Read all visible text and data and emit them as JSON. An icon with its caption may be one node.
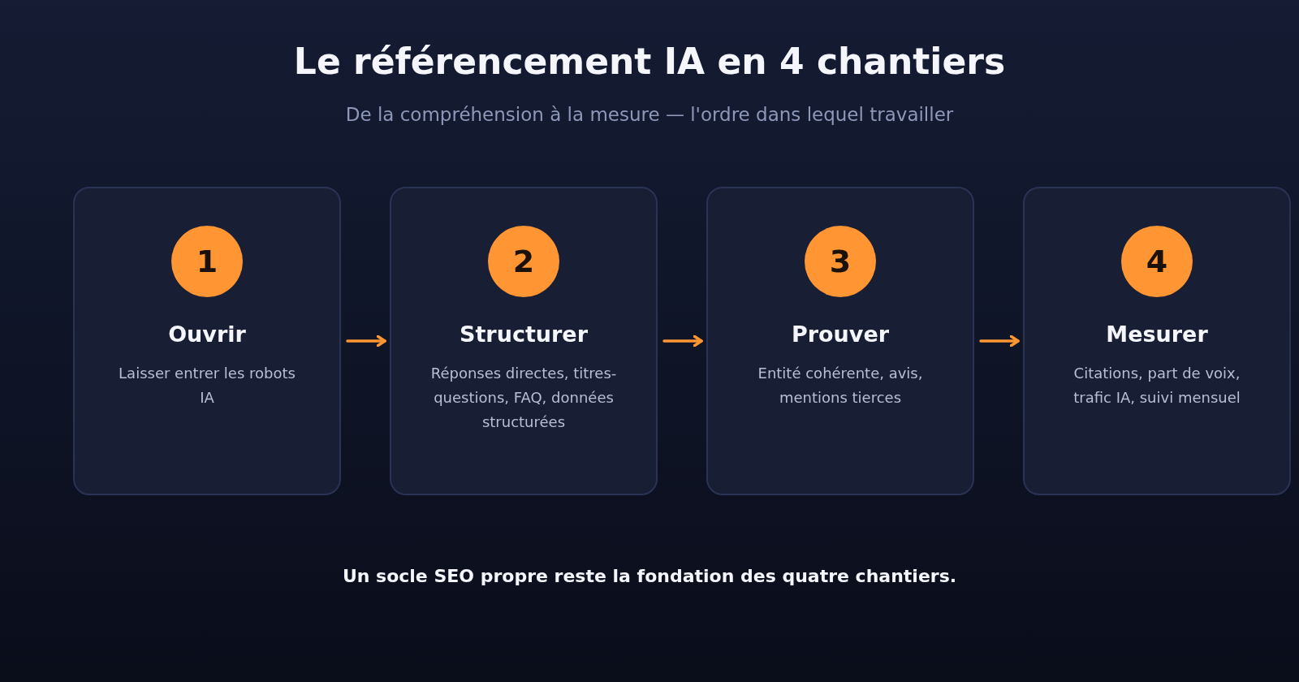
{
  "diagram": {
    "title": "Le référencement IA en 4 chantiers",
    "caption": "Un socle SEO propre reste la fondation des quatre chantiers.",
    "labels": [
      "De la compréhension à la mesure — l'ordre dans lequel travailler"
    ],
    "nodes": [
      {
        "text": [
          "Ouvrir",
          "Laisser entrer les robots IA"
        ]
      },
      {
        "text": [
          "1"
        ],
        "in": 0
      },
      {
        "text": [
          "Structurer",
          "Réponses directes, titres-questions, FAQ, données structurées"
        ]
      },
      {
        "text": [
          "2"
        ],
        "in": 2
      },
      {
        "text": [
          "Prouver",
          "Entité cohérente, avis, mentions tierces"
        ]
      },
      {
        "text": [
          "3"
        ],
        "in": 4
      },
      {
        "text": [
          "Mesurer",
          "Citations, part de voix, trafic IA, suivi mensuel"
        ]
      },
      {
        "text": [
          "4"
        ],
        "in": 6
      }
    ],
    "edges": [
      {
        "from": 0,
        "to": 2,
        "arrow": "to"
      },
      {
        "from": 2,
        "to": 4,
        "arrow": "to"
      },
      {
        "from": 4,
        "to": 6,
        "arrow": "to"
      }
    ]
  }
}
